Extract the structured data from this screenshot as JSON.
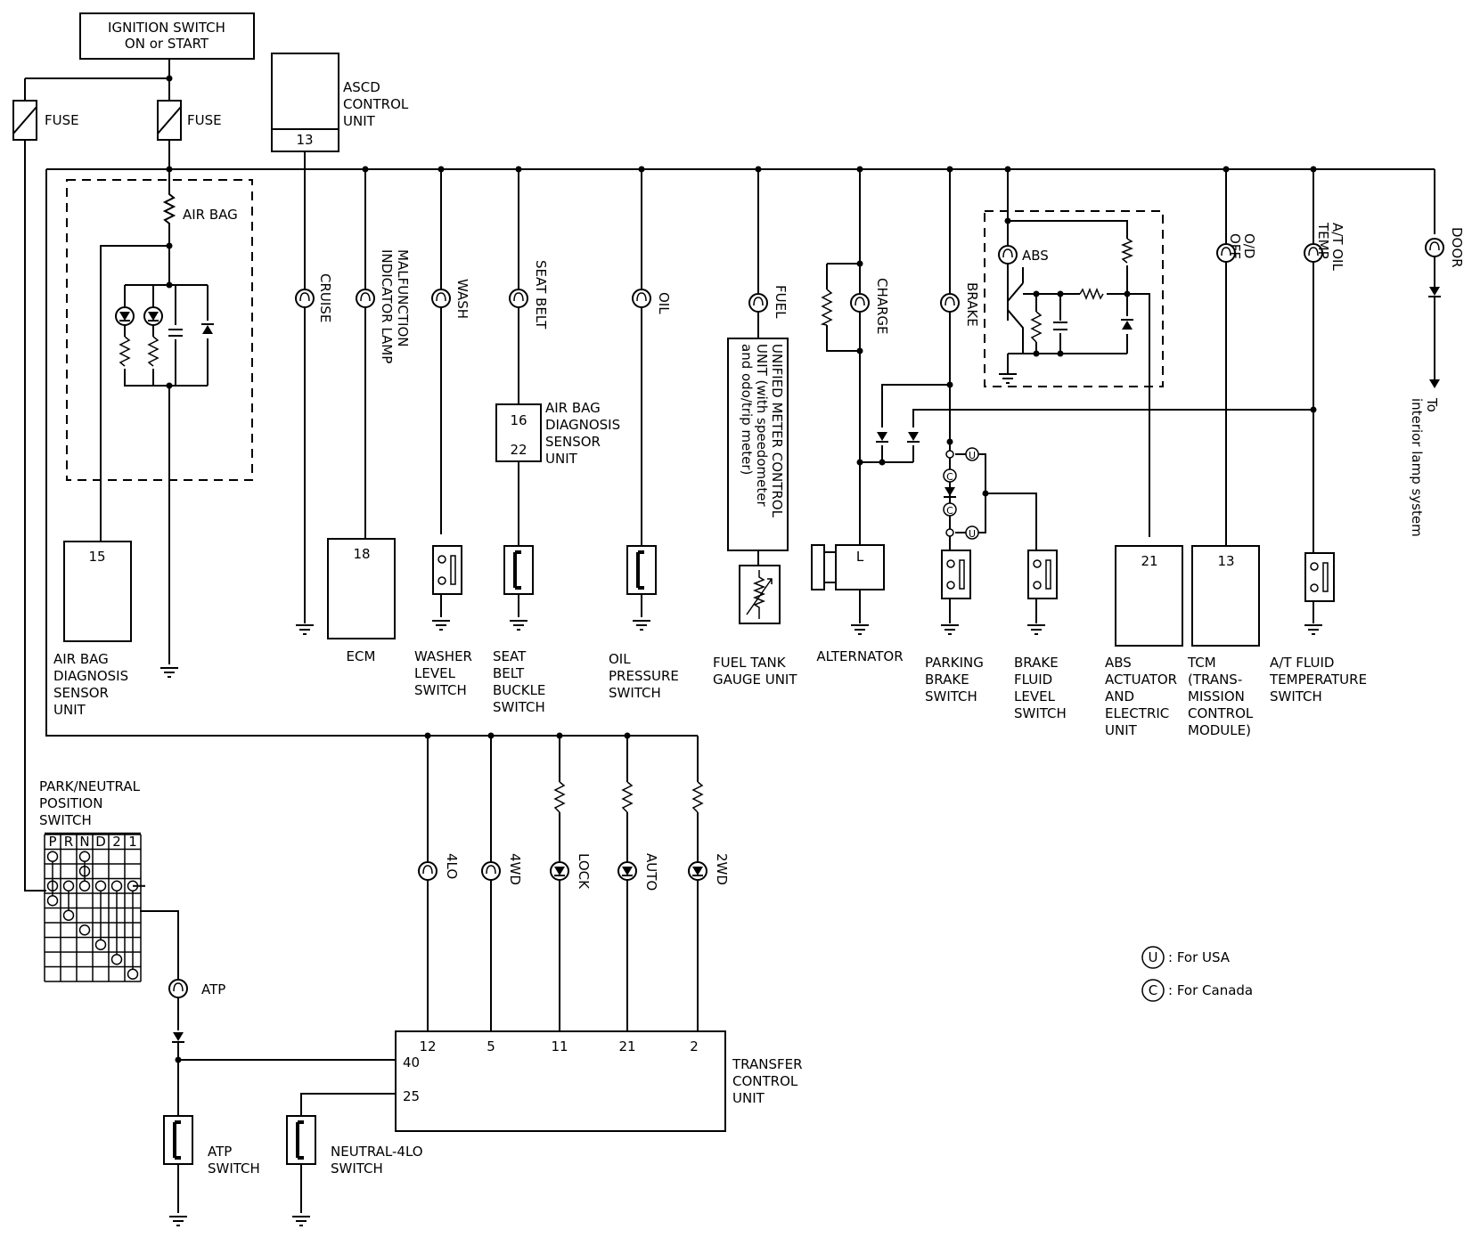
{
  "ignition": {
    "line1": "IGNITION SWITCH",
    "line2": "ON or START"
  },
  "fuse_label": "FUSE",
  "ascd": {
    "lines": [
      "ASCD",
      "CONTROL",
      "UNIT"
    ],
    "pin": "13"
  },
  "airbag_resistor": "AIR BAG",
  "indicators": {
    "cruise": "CRUISE",
    "mil": [
      "MALFUNCTION",
      "INDICATOR LAMP"
    ],
    "wash": "WASH",
    "seat_belt": "SEAT BELT",
    "oil": "OIL",
    "fuel": "FUEL",
    "charge": "CHARGE",
    "brake": "BRAKE",
    "abs": "ABS",
    "od_off": [
      "O/D",
      "OFF"
    ],
    "at_oil_temp": [
      "A/T OIL",
      "TEMP."
    ],
    "door": "DOOR",
    "atp": "ATP",
    "lo4": "4LO",
    "wd4": "4WD",
    "lock": "LOCK",
    "auto": "AUTO",
    "wd2": "2WD"
  },
  "airbag_sensor_box": {
    "pins": [
      "16",
      "22"
    ],
    "lines": [
      "AIR BAG",
      "DIAGNOSIS",
      "SENSOR",
      "UNIT"
    ]
  },
  "unified_meter": [
    "UNIFIED METER CONTROL",
    "UNIT (with speedometer",
    "and odo/trip meter)"
  ],
  "to_interior": [
    "To",
    "interior lamp system"
  ],
  "units": {
    "airbag_diag": {
      "pin": "15",
      "lines": [
        "AIR BAG",
        "DIAGNOSIS",
        "SENSOR",
        "UNIT"
      ]
    },
    "ecm": {
      "pin": "18",
      "lines": [
        "ECM"
      ]
    },
    "washer": {
      "lines": [
        "WASHER",
        "LEVEL",
        "SWITCH"
      ]
    },
    "seat_belt_buckle": {
      "lines": [
        "SEAT",
        "BELT",
        "BUCKLE",
        "SWITCH"
      ]
    },
    "oil_pressure": {
      "lines": [
        "OIL",
        "PRESSURE",
        "SWITCH"
      ]
    },
    "fuel_gauge": {
      "lines": [
        "FUEL TANK",
        "GAUGE UNIT"
      ]
    },
    "alternator": {
      "pin": "L",
      "lines": [
        "ALTERNATOR"
      ]
    },
    "parking_brake": {
      "lines": [
        "PARKING",
        "BRAKE",
        "SWITCH"
      ]
    },
    "brake_fluid": {
      "lines": [
        "BRAKE",
        "FLUID",
        "LEVEL",
        "SWITCH"
      ]
    },
    "abs_unit": {
      "pin": "21",
      "lines": [
        "ABS",
        "ACTUATOR",
        "AND",
        "ELECTRIC",
        "UNIT"
      ]
    },
    "tcm": {
      "pin": "13",
      "lines": [
        "TCM",
        "(TRANS-",
        "MISSION",
        "CONTROL",
        "MODULE)"
      ]
    },
    "at_fluid_temp": {
      "lines": [
        "A/T FLUID",
        "TEMPERATURE",
        "SWITCH"
      ]
    }
  },
  "park_neutral": {
    "lines": [
      "PARK/NEUTRAL",
      "POSITION",
      "SWITCH"
    ],
    "headers": [
      "P",
      "R",
      "N",
      "D",
      "2",
      "1"
    ]
  },
  "transfer_unit": {
    "pins_top": [
      "12",
      "5",
      "11",
      "21",
      "2"
    ],
    "pins_side": [
      "40",
      "25"
    ],
    "lines": [
      "TRANSFER",
      "CONTROL",
      "UNIT"
    ]
  },
  "atp_switch": [
    "ATP",
    "SWITCH"
  ],
  "neutral_4lo": [
    "NEUTRAL-4LO",
    "SWITCH"
  ],
  "legend": {
    "u_symbol": "U",
    "u_text": ": For USA",
    "c_symbol": "C",
    "c_text": ": For Canada"
  }
}
